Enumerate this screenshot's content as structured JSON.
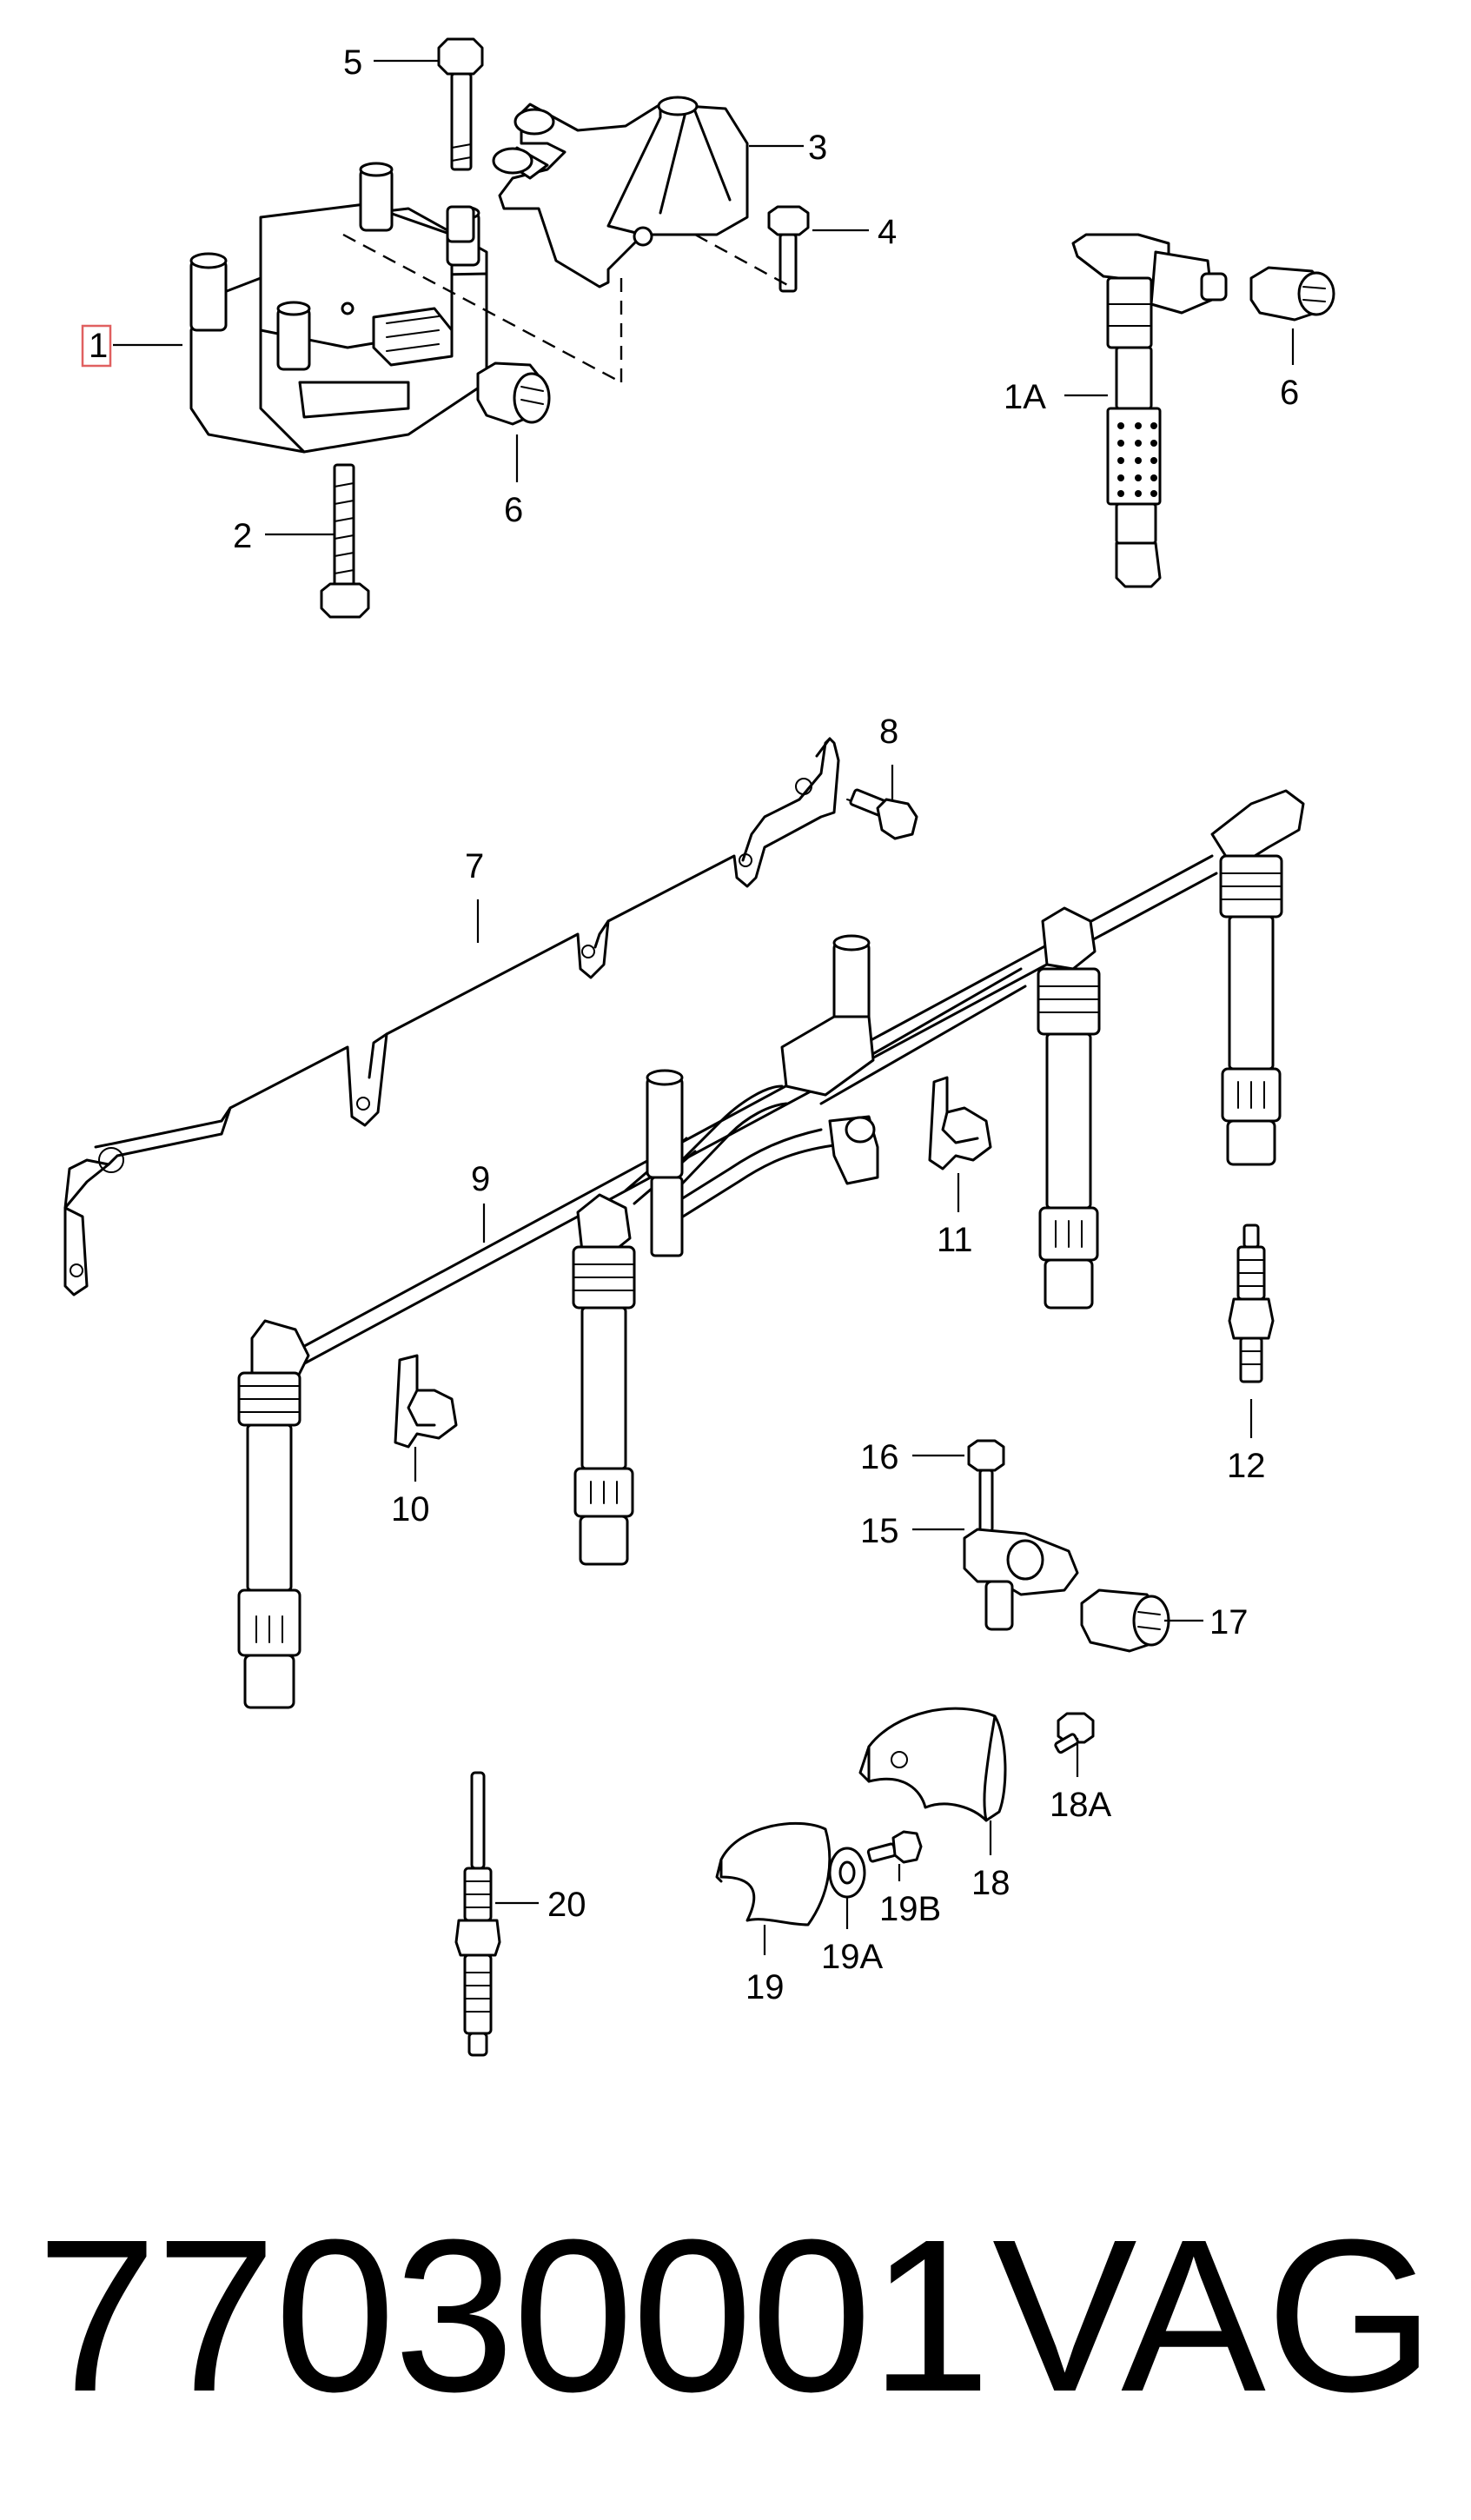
{
  "callouts": {
    "c1": "1",
    "c1A": "1A",
    "c2": "2",
    "c3": "3",
    "c4": "4",
    "c5": "5",
    "c6a": "6",
    "c6b": "6",
    "c7": "7",
    "c8": "8",
    "c9": "9",
    "c10": "10",
    "c11": "11",
    "c12": "12",
    "c15": "15",
    "c16": "16",
    "c17": "17",
    "c18": "18",
    "c18A": "18A",
    "c19": "19",
    "c19A": "19A",
    "c19B": "19B",
    "c20": "20"
  },
  "footer": {
    "part_number": "77030001",
    "brand": "VAG"
  }
}
